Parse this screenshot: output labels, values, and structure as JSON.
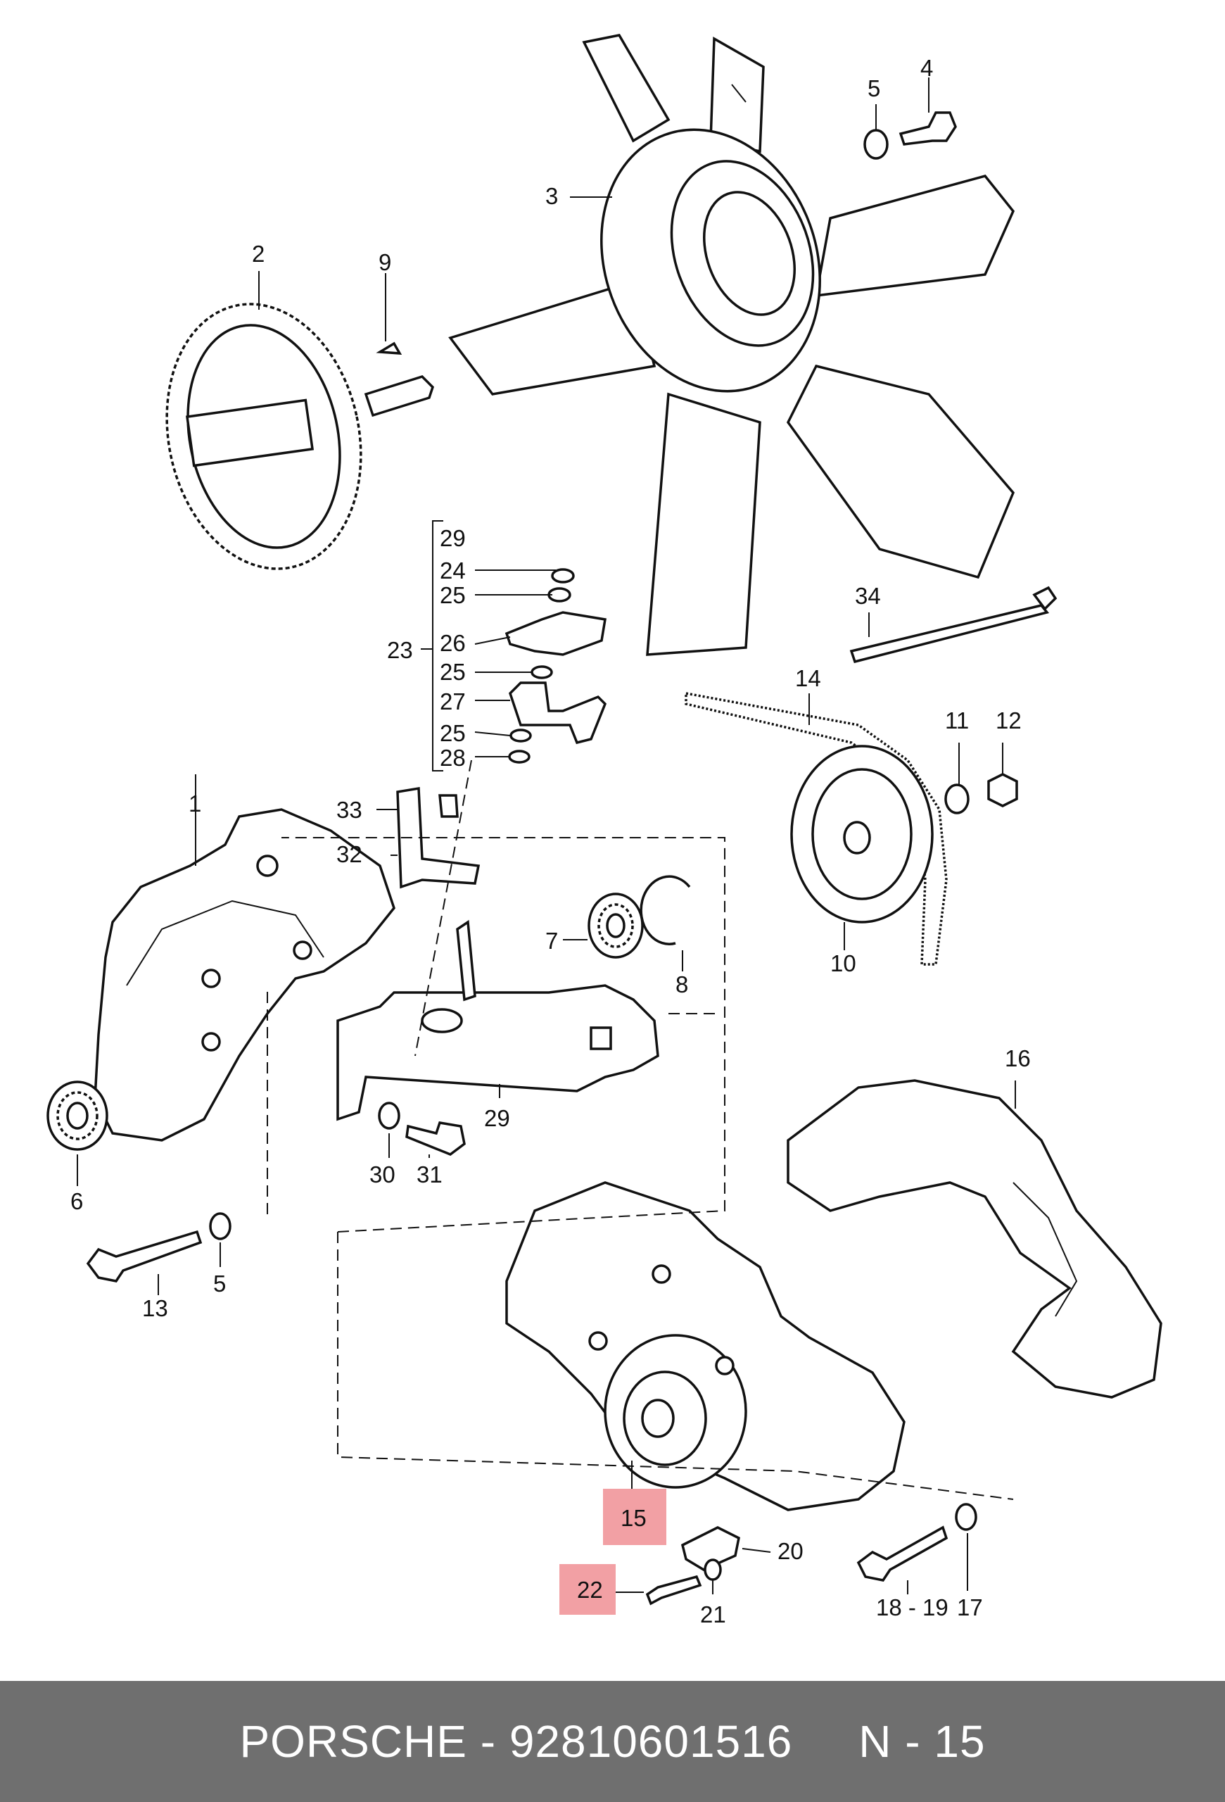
{
  "labels": {
    "l1": "1",
    "l2": "2",
    "l3": "3",
    "l4": "4",
    "l5a": "5",
    "l5b": "5",
    "l6": "6",
    "l7": "7",
    "l8": "8",
    "l9": "9",
    "l10": "10",
    "l11": "11",
    "l12": "12",
    "l13": "13",
    "l14": "14",
    "l15": "15",
    "l16": "16",
    "l17": "17",
    "l1819": "18 - 19",
    "l20": "20",
    "l21": "21",
    "l22": "22",
    "l23": "23",
    "l24": "24",
    "l25a": "25",
    "l25b": "25",
    "l25c": "25",
    "l26": "26",
    "l27": "27",
    "l28": "28",
    "l29a": "29",
    "l29b": "29",
    "l30": "30",
    "l31": "31",
    "l32": "32",
    "l33": "33",
    "l34": "34"
  },
  "highlighted_parts": [
    "15",
    "22"
  ],
  "colors": {
    "highlight": "#f2a0a4",
    "footer_bg": "#6f6f6f",
    "footer_text": "#ffffff"
  },
  "footer": {
    "text": "PORSCHE - 92810601516     N - 15"
  }
}
